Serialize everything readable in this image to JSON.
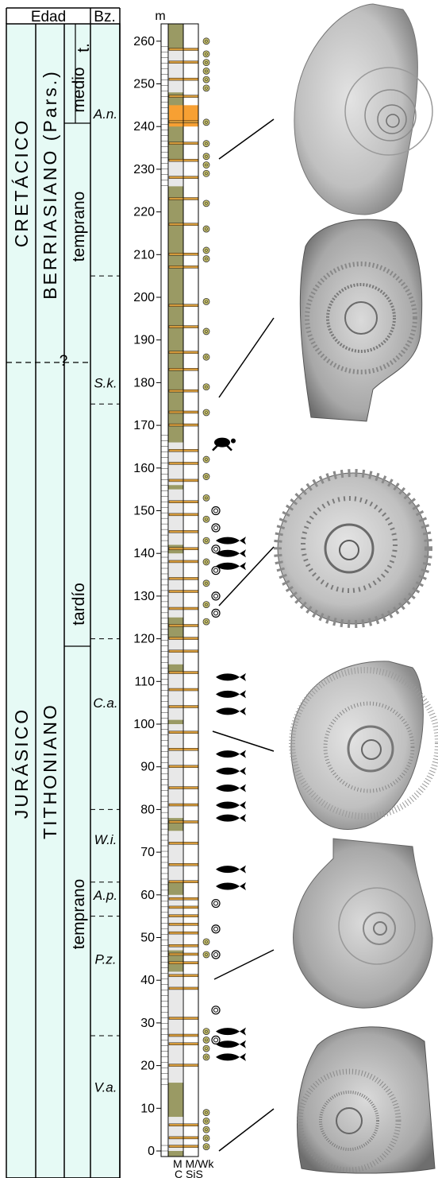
{
  "header": {
    "age_label": "Edad",
    "zone_label": "Bz.",
    "sub_t": "t."
  },
  "column_header": {
    "unit": "m"
  },
  "system": {
    "upper": "CRETÁCICO",
    "lower": "JURÁSICO"
  },
  "stage": {
    "upper": "BERRIASIANO (Pars.)",
    "lower": "TITHONIANO"
  },
  "substage": {
    "medio": "medio",
    "temprano_upper": "temprano",
    "tardio": "tardío",
    "temprano_lower": "temprano"
  },
  "boundary_marker": "?",
  "zones": [
    "A.n.",
    "S.k.",
    "C.a.",
    "W.i.",
    "A.p.",
    "P.z.",
    "V.a."
  ],
  "scale": {
    "min": 0,
    "max": 260,
    "step": 10,
    "ticks": [
      "0",
      "10",
      "20",
      "30",
      "40",
      "50",
      "60",
      "70",
      "80",
      "90",
      "100",
      "110",
      "120",
      "130",
      "140",
      "150",
      "160",
      "170",
      "180",
      "190",
      "200",
      "210",
      "220",
      "230",
      "240",
      "250",
      "260"
    ]
  },
  "lithology_footer": {
    "line1": "M M/Wk",
    "line2": "C SiS"
  },
  "colors": {
    "panel": "#e6faf5",
    "marl": "#9a9a64",
    "limestone": "#d49a3c",
    "orange_bed": "#f7a033",
    "ammonite": "#c9c26b",
    "fossil_dark": "#000000"
  },
  "photos": [
    {
      "label": "ammonite-fragment-photo"
    },
    {
      "label": "ammonite-ribbed-photo"
    },
    {
      "label": "ammonite-spined-photo"
    },
    {
      "label": "ammonite-fine-ribbed-photo"
    },
    {
      "label": "ammonite-smooth-photo"
    },
    {
      "label": "ammonite-ribbed-matrix-photo"
    }
  ]
}
